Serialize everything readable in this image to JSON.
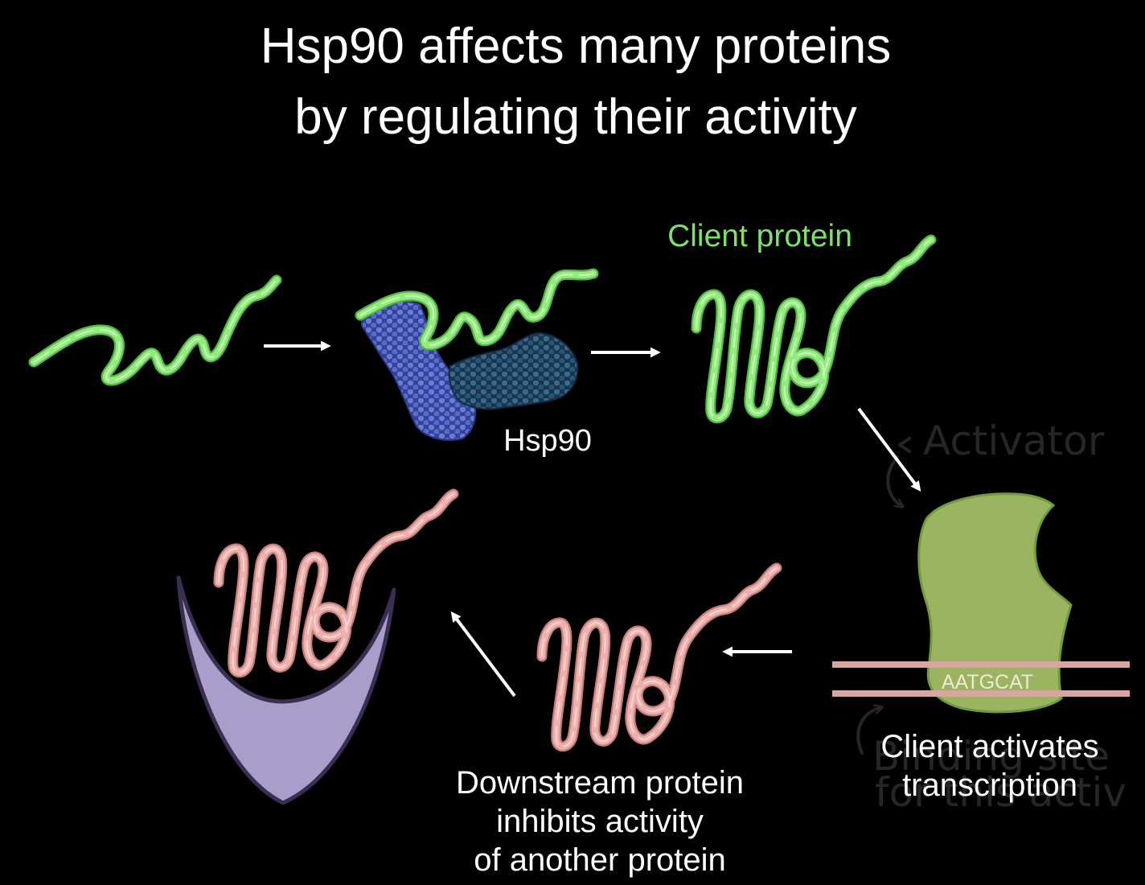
{
  "slide": {
    "title": [
      "Hsp90 affects many proteins",
      "by regulating their activity"
    ]
  },
  "labels": {
    "client_protein": "Client protein",
    "hsp90": "Hsp90",
    "dna_sequence": "AATGCAT",
    "client_activates": [
      "Client activates",
      "transcription"
    ],
    "downstream_protein": [
      "Downstream protein",
      "inhibits activity",
      "of another protein"
    ]
  },
  "faint_annotations": {
    "activator": "Activator",
    "binding_site": [
      "Binding site",
      "for this activ"
    ]
  },
  "colors": {
    "background": "#000000",
    "text": "#ffffff",
    "client_label": "#7de06a",
    "client_ribbon": "#93ea7f",
    "client_ribbon_edge": "#52b841",
    "downstream_ribbon": "#eeb0ac",
    "downstream_ribbon_edge": "#c27e7a",
    "activator": "#9bb45f",
    "activator_edge": "#6f9c3d",
    "dna_strand": "#d8a5a1",
    "dna_text": "#f1e8d6",
    "inhibited_protein": "#a99ec9",
    "inhibited_protein_edge": "#3a2f52",
    "hsp90_domain_a": "#6a7dd5",
    "hsp90_domain_b": "#3b698c",
    "faint_annotation": "#262626"
  }
}
